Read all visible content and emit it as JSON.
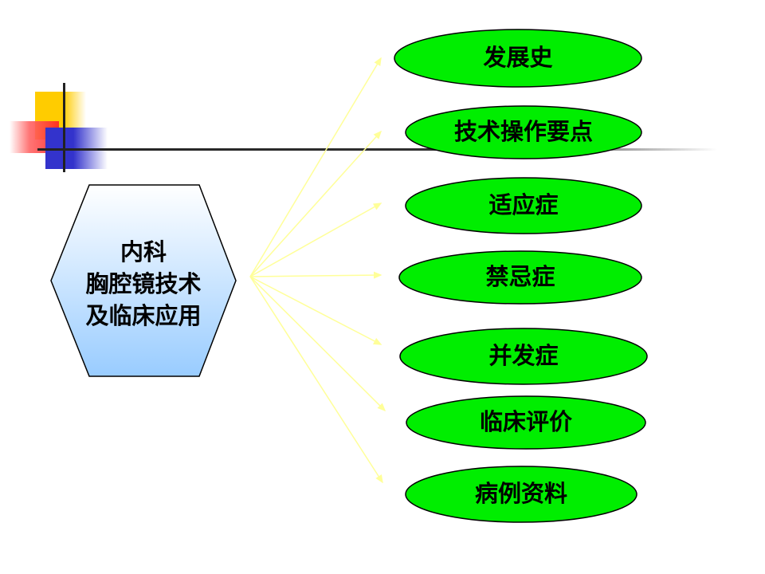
{
  "center": {
    "lines": [
      "内科",
      "胸腔镜技术",
      "及临床应用"
    ]
  },
  "topics": [
    {
      "label": "发展史"
    },
    {
      "label": "技术操作要点"
    },
    {
      "label": "适应症"
    },
    {
      "label": "禁忌症"
    },
    {
      "label": "并发症"
    },
    {
      "label": "临床评价"
    },
    {
      "label": "病例资料"
    }
  ],
  "colors": {
    "oval_fill": "#00ee00",
    "hex_top": "#ffffff",
    "hex_bottom": "#99ccff",
    "connector": "#ffff99",
    "deco_yellow": "#ffcc00",
    "deco_red": "#ff3333",
    "deco_blue": "#3333cc",
    "rule_line": "#333333"
  }
}
